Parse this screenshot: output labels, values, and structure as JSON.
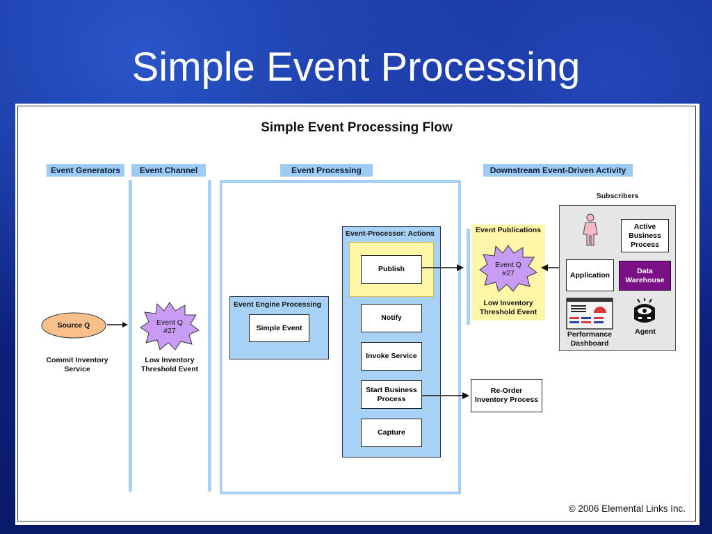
{
  "slide": {
    "title": "Simple Event Processing"
  },
  "diagram": {
    "title": "Simple Event Processing Flow",
    "headers": {
      "generators": "Event Generators",
      "channel": "Event Channel",
      "processing": "Event Processing",
      "downstream": "Downstream Event-Driven Activity"
    },
    "source": {
      "label": "Source Q",
      "caption_line1": "Commit Inventory",
      "caption_line2": "Service"
    },
    "channel_event": {
      "line1": "Event Q",
      "line2": "#27",
      "caption_line1": "Low Inventory",
      "caption_line2": "Threshold Event"
    },
    "engine": {
      "title": "Event Engine Processing",
      "box": "Simple Event"
    },
    "actions": {
      "title": "Event-Processor: Actions",
      "publish": "Publish",
      "notify": "Notify",
      "invoke": "Invoke Service",
      "start_line1": "Start Business",
      "start_line2": "Process",
      "capture": "Capture"
    },
    "publications": {
      "title": "Event Publications",
      "event_line1": "Event Q",
      "event_line2": "#27",
      "caption_line1": "Low Inventory",
      "caption_line2": "Threshold Event"
    },
    "reorder": {
      "line1": "Re-Order",
      "line2": "Inventory Process"
    },
    "subscribers": {
      "title": "Subscribers",
      "active_line1": "Active",
      "active_line2": "Business",
      "active_line3": "Process",
      "application": "Application",
      "warehouse_line1": "Data",
      "warehouse_line2": "Warehouse",
      "dashboard_line1": "Performance",
      "dashboard_line2": "Dashboard",
      "agent": "Agent"
    },
    "copyright": "© 2006 Elemental Links Inc."
  },
  "colors": {
    "header_fill": "#9ecbf2",
    "source_fill": "#f9c08c",
    "event_star_fill": "#c89cf5",
    "publish_highlight": "#fff7a8",
    "warehouse_fill": "#7a0f86"
  }
}
